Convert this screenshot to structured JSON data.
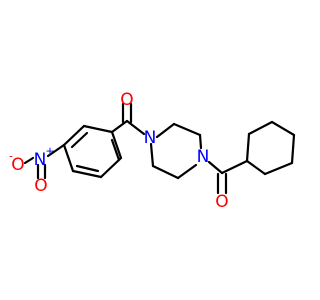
{
  "molecule": {
    "atom_labels": {
      "carbonyl_oxygen_left": "O",
      "carbonyl_oxygen_right": "O",
      "piperazine_nitrogen_left": "N",
      "piperazine_nitrogen_right": "N",
      "nitro_nitrogen": "N",
      "nitro_nitrogen_charge": "+",
      "nitro_oxygen_single": "O",
      "nitro_oxygen_single_charge": "-",
      "nitro_oxygen_double": "O"
    },
    "colors": {
      "bond": "#000000",
      "oxygen": "#ff0000",
      "nitrogen": "#0000ff",
      "background": "#ffffff"
    }
  }
}
